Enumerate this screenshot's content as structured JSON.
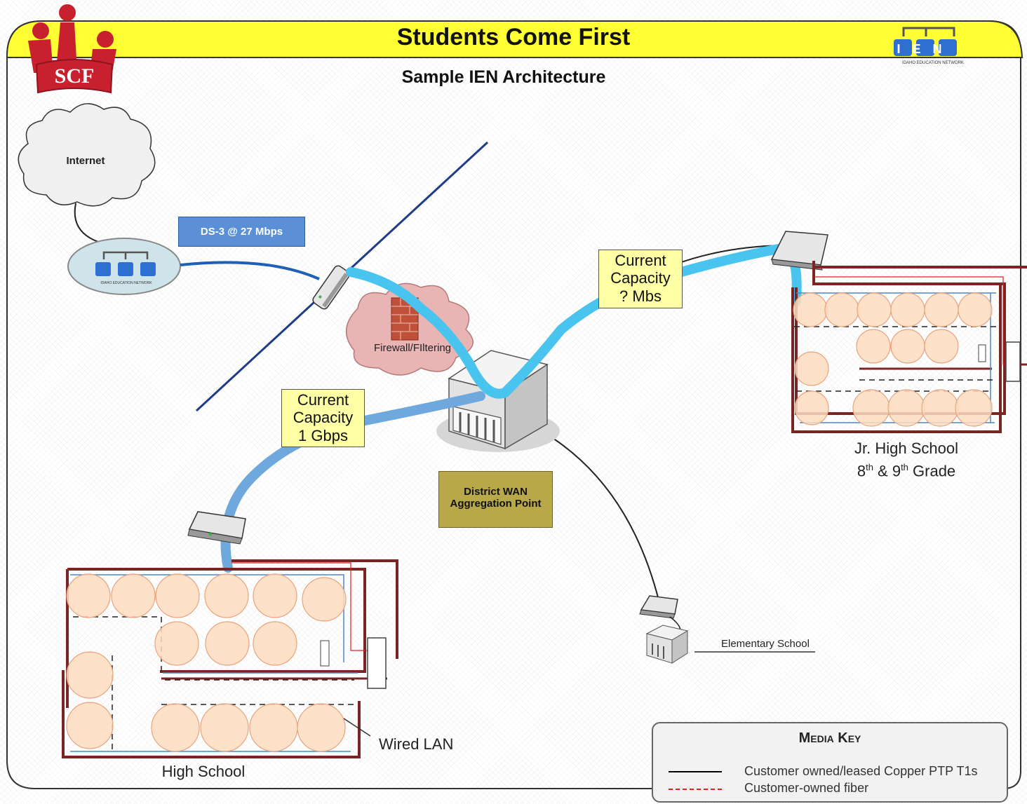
{
  "header": {
    "title": "Students Come First",
    "subtitle": "Sample IEN Architecture",
    "accent_color": "#ffff33",
    "scf_logo_text": "SCF",
    "ien_logo_text": "IEN",
    "ien_logo_caption": "IDAHO EDUCATION NETWORK"
  },
  "nodes": {
    "internet": "Internet",
    "ien_node_caption": "IDAHO EDUCATION NETWORK",
    "firewall": "Firewall/FIltering",
    "aggregation": [
      "District WAN",
      "Aggregation Point"
    ],
    "elementary": "Elementary School",
    "high_school": "High School",
    "jr_high": {
      "line1": "Jr. High School",
      "line2_pre": "8",
      "sup1": "th",
      "line2_mid": " & 9",
      "sup2": "th",
      "line2_post": " Grade"
    },
    "wired_lan": "Wired LAN"
  },
  "links": {
    "ds3": "DS-3 @ 27 Mbps",
    "capacity_hs": [
      "Current",
      "Capacity",
      "1 Gbps"
    ],
    "capacity_jr": [
      "Current",
      "Capacity",
      "? Mbs"
    ]
  },
  "media_key": {
    "title": "Media Key",
    "copper": "Customer owned/leased Copper PTP T1s",
    "fiber": "Customer-owned fiber"
  },
  "colors": {
    "uplink": "#1f5fb5",
    "highlight_light": "#48c4ef",
    "highlight_dark": "#6fa8dc",
    "room": "#fddcc0",
    "wall": "#7a2424",
    "diagonal": "#1f3c88"
  }
}
